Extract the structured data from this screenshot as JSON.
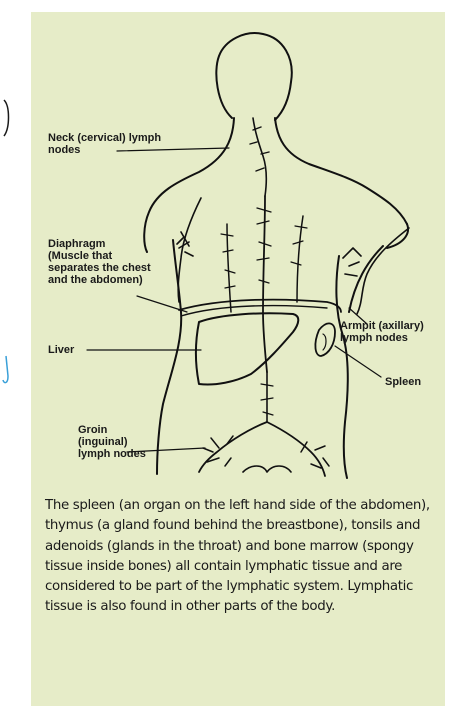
{
  "labels": {
    "neck": "Neck (cervical) lymph\nnodes",
    "diaphragm": "Diaphragm\n(Muscle that\nseparates the chest\nand the abdomen)",
    "liver": "Liver",
    "armpit": "Armpit (axillary)\nlymph nodes",
    "spleen": "Spleen",
    "groin": "Groin\n(inguinal)\nlymph nodes"
  },
  "caption": "The spleen (an organ on the left hand side of the abdomen), thymus (a gland found behind the breastbone), tonsils and adenoids (glands in the throat) and bone marrow (spongy tissue inside bones) all contain lymphatic tissue and are considered to be part of the lymphatic system. Lymphatic tissue is also found in other parts of the body.",
  "colors": {
    "panel_background": "#e6ecc8",
    "edge_bracket": "#1a1a1a",
    "edge_hook": "#3aa0d8"
  }
}
